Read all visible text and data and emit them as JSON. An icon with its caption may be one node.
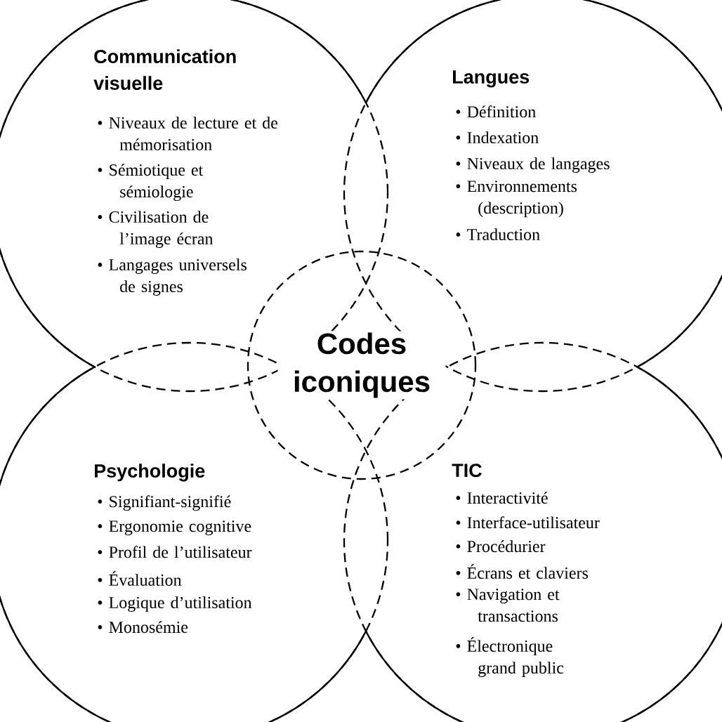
{
  "diagram": {
    "nodes": [
      {
        "text": [
          "Communication visuelle",
          "• Niveaux de lecture et de mémorisation",
          "• Sémiotique et sémiologie",
          "• Civilisation de l’image écran",
          "• Langages universels de signes"
        ]
      },
      {
        "text": [
          "Langues",
          "• Définition",
          "• Indexation",
          "• Niveaux de langages",
          "• Environnements (description)",
          "• Traduction"
        ]
      },
      {
        "text": [
          "Codes iconiques"
        ]
      },
      {
        "text": [
          "Psychologie",
          "• Signifiant-signifié",
          "• Ergonomie cognitive",
          "• Profil de l’utilisateur",
          "• Évaluation",
          "• Logique d’utilisation",
          "• Monosémie"
        ]
      },
      {
        "text": [
          "TIC",
          "• Interactivité",
          "• Interface-utilisateur",
          "• Procédurier",
          "• Écrans et claviers",
          "• Navigation et transactions",
          "• Électronique grand public"
        ]
      }
    ],
    "edges": []
  }
}
